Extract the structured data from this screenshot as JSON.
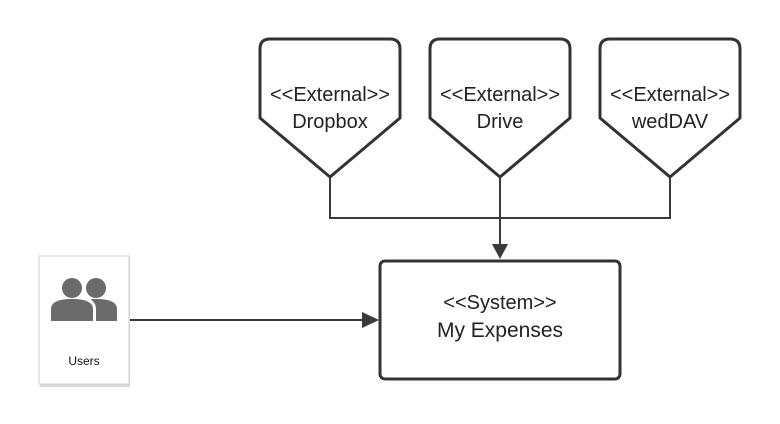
{
  "external_systems": [
    {
      "stereotype": "<<External>>",
      "name": "Dropbox"
    },
    {
      "stereotype": "<<External>>",
      "name": "Drive"
    },
    {
      "stereotype": "<<External>>",
      "name": "wedDAV"
    }
  ],
  "system": {
    "stereotype": "<<System>>",
    "name": "My Expenses"
  },
  "actor": {
    "label": "Users",
    "icon": "users-icon"
  },
  "colors": {
    "stroke": "#333333",
    "connector": "#3a3a3a",
    "icon": "#6b6b6b"
  }
}
